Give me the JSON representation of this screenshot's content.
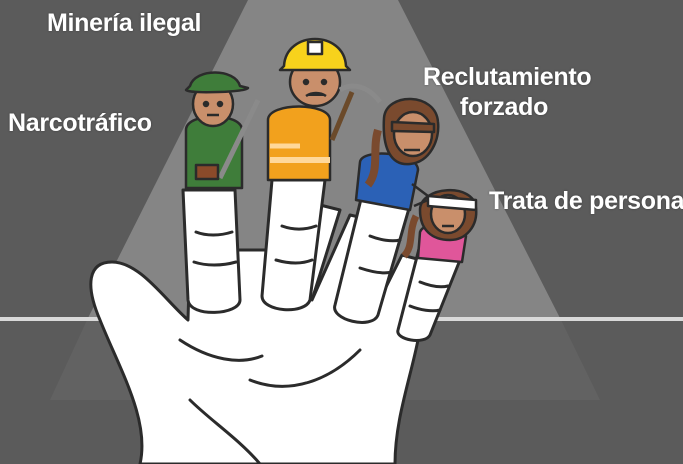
{
  "labels": {
    "mineria": "Minería ilegal",
    "narco": "Narcotráfico",
    "reclutamiento_line1": "Reclutamiento",
    "reclutamiento_line2": "forzado",
    "trata": "Trata de personas"
  },
  "colors": {
    "background": "#5b5b5b",
    "spotlight": "#858585",
    "ground_line": "#d9d9d9",
    "hand": "#ffffff",
    "outline": "#2b2b2b",
    "soldier_uniform": "#3f7d3a",
    "miner_jacket": "#f2a11d",
    "miner_helmet": "#f7d21c",
    "girl_blue_shirt": "#2b61b6",
    "girl_pink_shirt": "#e0569a",
    "skin": "#c98f6b"
  },
  "icons": [
    "soldier-figure",
    "miner-figure",
    "blindfolded-girl-figure",
    "blindfolded-child-figure",
    "hand-illustration"
  ]
}
